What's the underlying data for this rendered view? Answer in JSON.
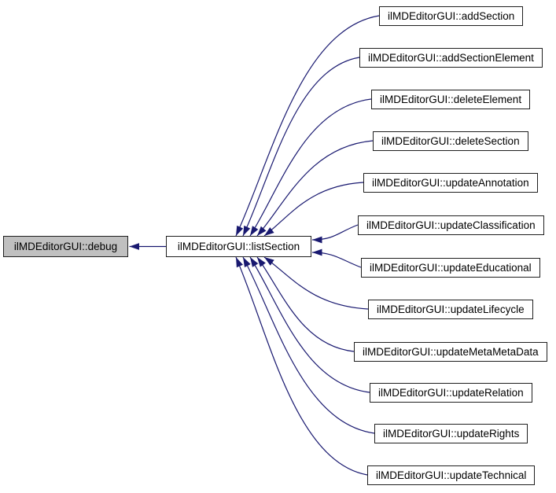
{
  "diagram": {
    "type": "doxygen-caller-graph",
    "colors": {
      "background": "#ffffff",
      "edge": "#191970",
      "node_fill": "#ffffff",
      "focus_node_fill": "#c0c0c0",
      "node_border": "#1f1f1f",
      "text": "#000000"
    },
    "focus_node": {
      "label": "ilMDEditorGUI::debug"
    },
    "intermediate_node": {
      "label": "ilMDEditorGUI::listSection"
    },
    "caller_nodes": [
      {
        "label": "ilMDEditorGUI::addSection"
      },
      {
        "label": "ilMDEditorGUI::addSectionElement"
      },
      {
        "label": "ilMDEditorGUI::deleteElement"
      },
      {
        "label": "ilMDEditorGUI::deleteSection"
      },
      {
        "label": "ilMDEditorGUI::updateAnnotation"
      },
      {
        "label": "ilMDEditorGUI::updateClassification"
      },
      {
        "label": "ilMDEditorGUI::updateEducational"
      },
      {
        "label": "ilMDEditorGUI::updateLifecycle"
      },
      {
        "label": "ilMDEditorGUI::updateMetaMetaData"
      },
      {
        "label": "ilMDEditorGUI::updateRelation"
      },
      {
        "label": "ilMDEditorGUI::updateRights"
      },
      {
        "label": "ilMDEditorGUI::updateTechnical"
      }
    ]
  }
}
